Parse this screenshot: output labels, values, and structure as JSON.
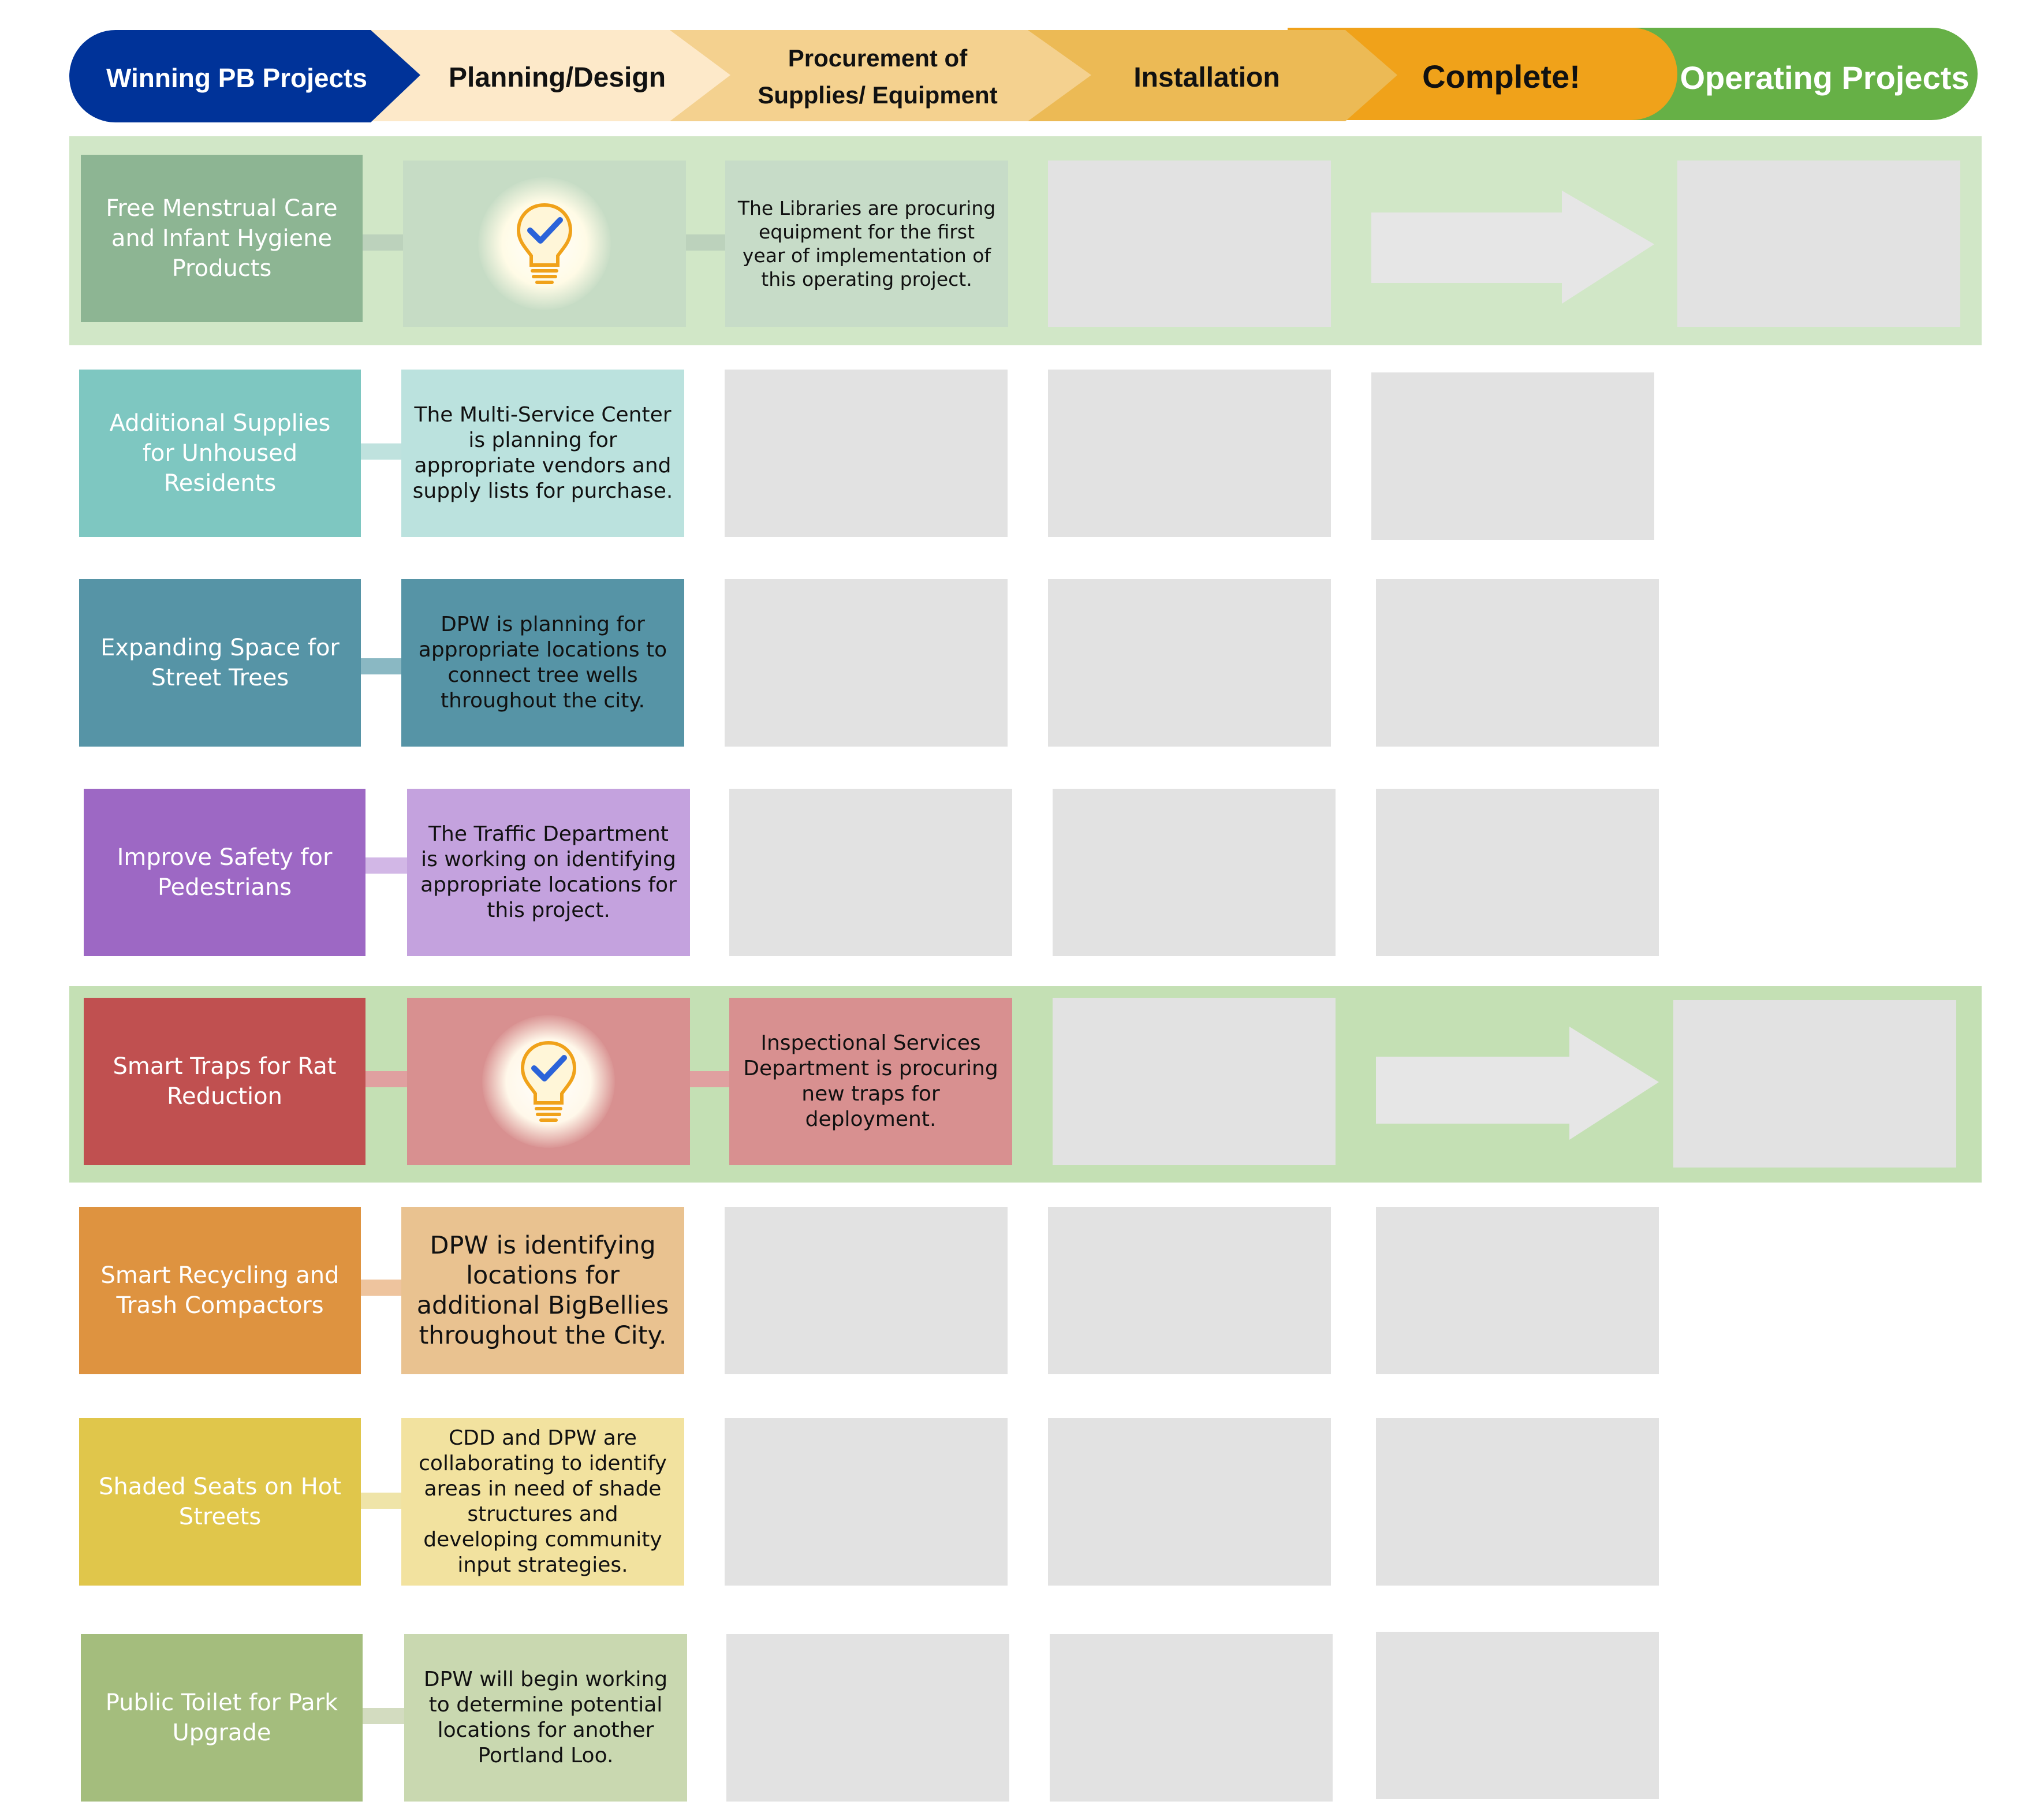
{
  "stages": [
    "Winning PB Projects",
    "Planning/Design",
    "Procurement of Supplies/ Equipment",
    "Installation",
    "Complete!",
    "Operating Projects"
  ],
  "colors": {
    "stage1": "#003399",
    "stage2": "#fde9c9",
    "stage3": "#f4d18f",
    "stage4": "#ecba55",
    "stage5": "#f0a21a",
    "stage6": "#66b046",
    "band": "#d1e7c7",
    "empty": "#e2e2e2"
  },
  "projects": [
    {
      "name": "Free Menstrual Care and Infant Hygiene Products",
      "planning": "",
      "procurement": "The Libraries are procuring equipment for the first year of implementation of this operating project.",
      "planning_icon": "lightbulb-check-icon"
    },
    {
      "name": "Additional Supplies for Unhoused Residents",
      "planning": "The Multi-Service Center is planning for appropriate vendors and supply lists for purchase."
    },
    {
      "name": "Expanding Space for Street Trees",
      "planning": "DPW is planning for appropriate locations to connect tree wells throughout the city."
    },
    {
      "name": "Improve Safety for Pedestrians",
      "planning": "The Traffic Department is working on identifying appropriate locations for this project."
    },
    {
      "name": "Smart Traps for Rat Reduction",
      "planning": "",
      "procurement": "Inspectional Services Department is procuring new traps for deployment.",
      "planning_icon": "lightbulb-check-icon"
    },
    {
      "name": "Smart Recycling and Trash Compactors",
      "planning": "DPW is identifying locations for additional BigBellies throughout the City."
    },
    {
      "name": "Shaded Seats on Hot Streets",
      "planning": "CDD and DPW are collaborating to identify areas in need of shade structures and developing community input strategies."
    },
    {
      "name": "Public Toilet for Park Upgrade",
      "planning": "DPW will begin working to determine potential locations for another Portland Loo."
    }
  ]
}
